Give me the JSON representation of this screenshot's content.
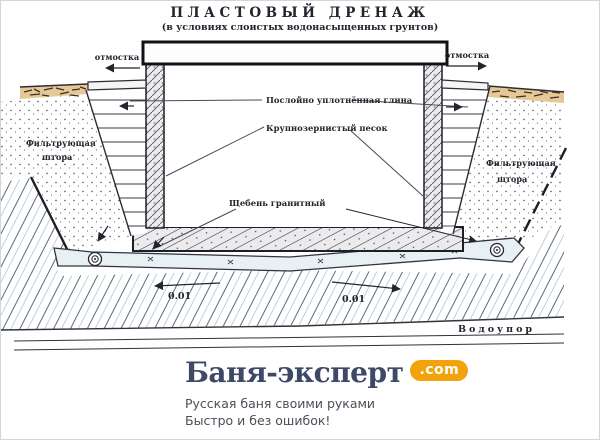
{
  "title": "ПЛАСТОВЫЙ ДРЕНАЖ",
  "subtitle": "(в условиях слоистых водонасыщенных грунтов)",
  "diagram": {
    "labels": {
      "blind_area_left": "отмостка",
      "blind_area_right": "отмостка",
      "filter_left": [
        "Фильтрующая",
        "штора"
      ],
      "filter_right": [
        "Фильтрующая",
        "штора"
      ],
      "clay": "Послойно уплотнённая глина",
      "sand": "Крупнозернистый песок",
      "gravel": "Щебень гранитный",
      "aquiclude": "Водоупор",
      "slope_left": "0.01",
      "slope_right": "0.01"
    },
    "colors": {
      "ink": "#23252e",
      "topsoil": "#e7c795",
      "drain_fill": "#e9f0f3",
      "hatch_line": "#5c6b78"
    }
  },
  "footer": {
    "logo_text": "Баня-эксперт",
    "logo_badge": ".com",
    "tagline_1": "Русская баня своими руками",
    "tagline_2": "Быстро и без ошибок!",
    "colors": {
      "logo": "#3e4968",
      "badge_bg": "#f2a30c",
      "badge_text": "#ffffff",
      "tagline": "#4a4f58"
    }
  }
}
